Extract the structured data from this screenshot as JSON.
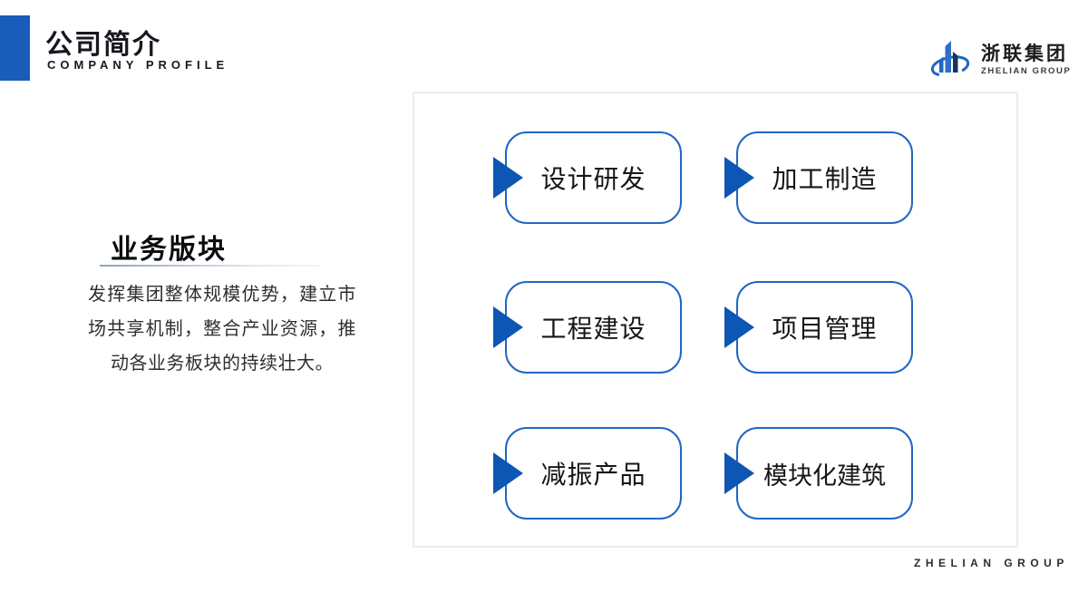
{
  "header": {
    "title": "公司简介",
    "subtitle": "COMPANY PROFILE"
  },
  "logo": {
    "name": "浙联集团",
    "subname": "ZHELIAN GROUP",
    "icon": "buildings-swoosh-icon"
  },
  "section": {
    "heading": "业务版块",
    "body": "发挥集团整体规模优势，建立市场共享机制，整合产业资源，推动各业务板块的持续壮大。"
  },
  "business_blocks": [
    {
      "label": "设计研发"
    },
    {
      "label": "加工制造"
    },
    {
      "label": "工程建设"
    },
    {
      "label": "项目管理"
    },
    {
      "label": "减振产品"
    },
    {
      "label": "模块化建筑"
    }
  ],
  "footer": {
    "text": "ZHELIAN GROUP"
  },
  "colors": {
    "accent_blue": "#1a5cba",
    "arrow_blue": "#0e56b4",
    "box_border_blue": "#2166c4",
    "logo_navy": "#16365c",
    "panel_border": "#ececec"
  }
}
